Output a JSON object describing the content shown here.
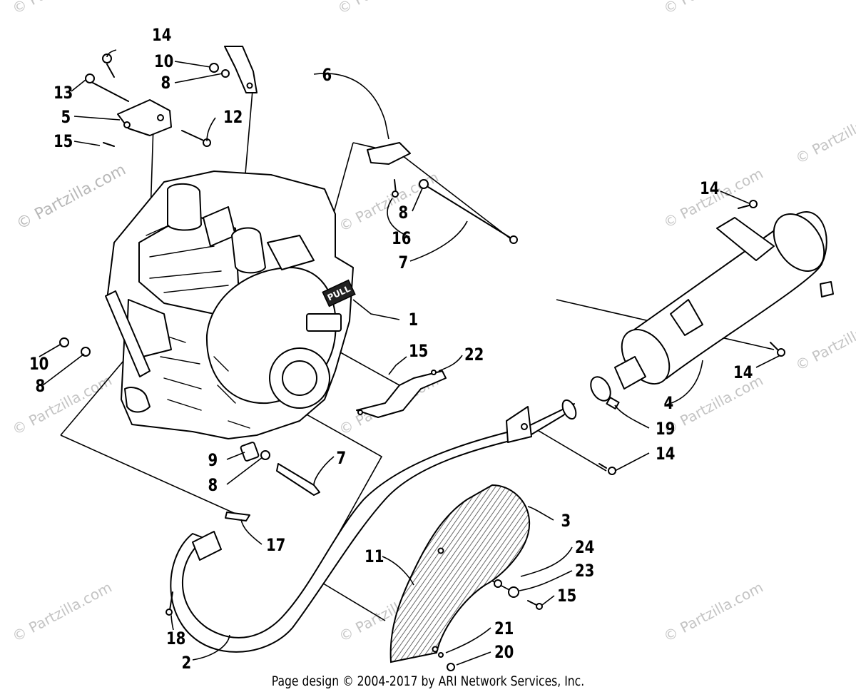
{
  "watermarks": [
    "© Partzilla.com",
    "© Partzilla.com",
    "© Partzilla.com",
    "© Partzilla.com",
    "© Partzilla.com",
    "© Partzilla.com",
    "© Partzilla.com",
    "© Partzilla.com",
    "© Partzilla.com",
    "© Partzilla.com",
    "© Partzilla.com",
    "© Partzilla.com",
    "© Partzilla.com",
    "© Partzilla.com"
  ],
  "engine_tag": "PULL",
  "callouts": [
    "14",
    "10",
    "8",
    "13",
    "5",
    "15",
    "12",
    "6",
    "8",
    "16",
    "7",
    "1",
    "14",
    "10",
    "8",
    "15",
    "22",
    "14",
    "4",
    "19",
    "14",
    "9",
    "8",
    "7",
    "17",
    "3",
    "11",
    "24",
    "23",
    "15",
    "18",
    "2",
    "21",
    "20"
  ],
  "footer": "Page design © 2004-2017 by ARI Network Services, Inc."
}
